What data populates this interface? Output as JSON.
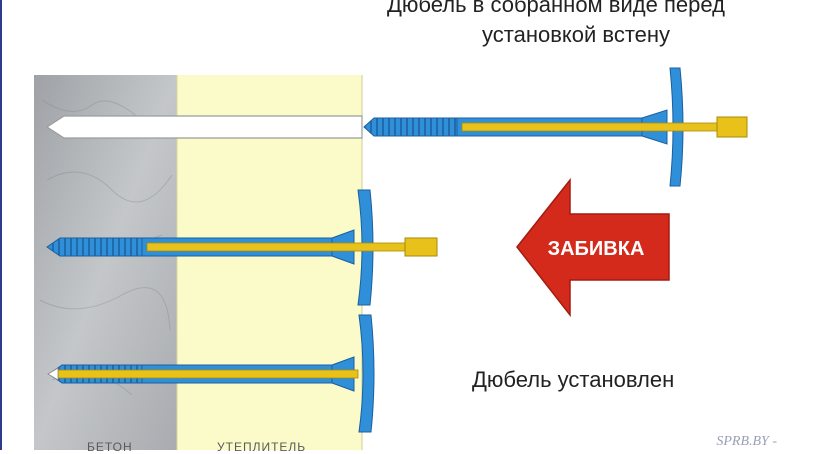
{
  "captions": {
    "top_line1": "Дюбель в собранном виде перед",
    "top_line2": "установкой встену",
    "bottom": "Дюбель установлен"
  },
  "arrow_label": "ЗАБИВКА",
  "wall_labels": {
    "concrete": "БЕТОН",
    "insulation": "УТЕПЛИТЕЛЬ"
  },
  "watermark": "SPRB.BY -",
  "colors": {
    "concrete": "#b4b7ba",
    "insulation": "#fafbc8",
    "dowel_blue": "#2f8fd8",
    "nail_yellow": "#e8c21a",
    "arrow_red": "#d42a1c",
    "frame": "#2e3b8f"
  }
}
